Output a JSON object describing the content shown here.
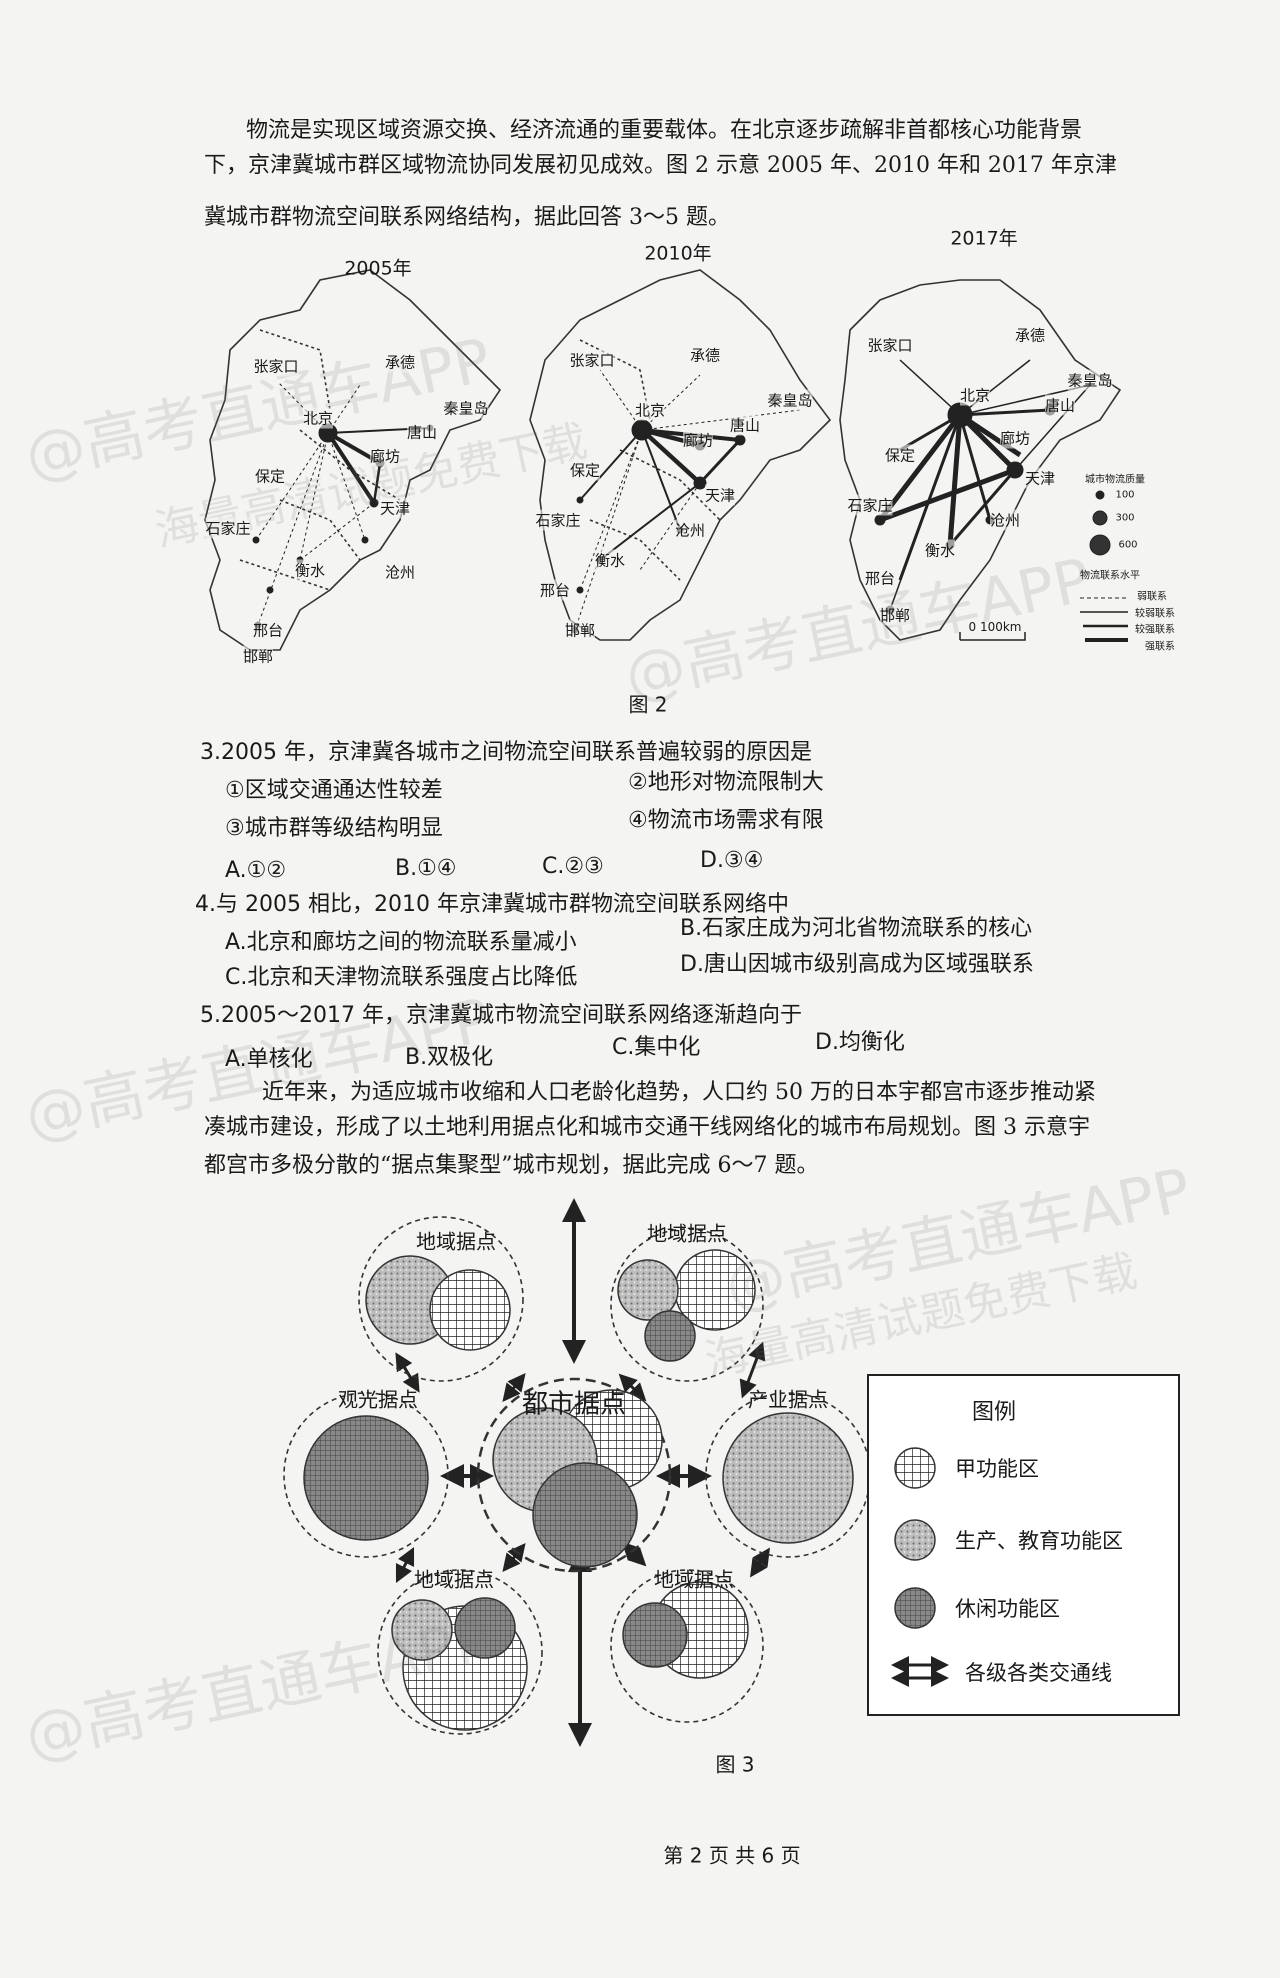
{
  "intro1": {
    "lines": [
      "物流是实现区域资源交换、经济流通的重要载体。在北京逐步疏解非首都核心功能背景",
      "下，京津冀城市群区域物流协同发展初见成效。图 2 示意 2005 年、2010 年和 2017 年京津",
      "冀城市群物流空间联系网络结构，据此回答 3～5 题。"
    ]
  },
  "figure2": {
    "caption": "图 2",
    "maps": [
      {
        "year": "2005年",
        "cities": [
          "张家口",
          "承德",
          "北京",
          "秦皇岛",
          "唐山",
          "廊坊",
          "保定",
          "天津",
          "石家庄",
          "沧州",
          "衡水",
          "邢台",
          "邯郸"
        ]
      },
      {
        "year": "2010年",
        "cities": [
          "张家口",
          "承德",
          "北京",
          "秦皇岛",
          "唐山",
          "廊坊",
          "保定",
          "天津",
          "石家庄",
          "沧州",
          "衡水",
          "邢台",
          "邯郸"
        ]
      },
      {
        "year": "2017年",
        "cities": [
          "张家口",
          "承德",
          "北京",
          "秦皇岛",
          "唐山",
          "廊坊",
          "保定",
          "天津",
          "石家庄",
          "沧州",
          "衡水",
          "邢台",
          "邯郸"
        ]
      }
    ],
    "legend": {
      "size_title": "城市物流质量",
      "sizes": [
        "100",
        "300",
        "600"
      ],
      "link_title": "物流联系水平",
      "links": [
        "弱联系",
        "较弱联系",
        "较强联系",
        "强联系"
      ],
      "scale": "0  100km"
    }
  },
  "q3": {
    "stem": "3.2005 年，京津冀各城市之间物流空间联系普遍较弱的原因是",
    "items": [
      "①区域交通通达性较差",
      "②地形对物流限制大",
      "③城市群等级结构明显",
      "④物流市场需求有限"
    ],
    "options": [
      "A.①②",
      "B.①④",
      "C.②③",
      "D.③④"
    ]
  },
  "q4": {
    "stem": "4.与 2005 相比，2010 年京津冀城市群物流空间联系网络中",
    "options": [
      "A.北京和廊坊之间的物流联系量减小",
      "B.石家庄成为河北省物流联系的核心",
      "C.北京和天津物流联系强度占比降低",
      "D.唐山因城市级别高成为区域强联系"
    ]
  },
  "q5": {
    "stem": "5.2005～2017 年，京津冀城市物流空间联系网络逐渐趋向于",
    "options": [
      "A.单核化",
      "B.双极化",
      "C.集中化",
      "D.均衡化"
    ]
  },
  "intro2": {
    "lines": [
      "近年来，为适应城市收缩和人口老龄化趋势，人口约 50 万的日本宇都宫市逐步推动紧",
      "凑城市建设，形成了以土地利用据点化和城市交通干线网络化的城市布局规划。图 3 示意宇",
      "都宫市多极分散的“据点集聚型”城市规划，据此完成 6～7 题。"
    ]
  },
  "figure3": {
    "caption": "图 3",
    "nodes": {
      "regional": "地域据点",
      "sightseeing": "观光据点",
      "urban": "都市据点",
      "industry": "产业据点"
    },
    "legend": {
      "title": "图例",
      "items": [
        "甲功能区",
        "生产、教育功能区",
        "休闲功能区",
        "各级各类交通线"
      ]
    }
  },
  "watermark": {
    "line1": "@高考直通车APP",
    "line2": "海量高清试题免费下载"
  },
  "footer": "第 2 页 共 6 页"
}
